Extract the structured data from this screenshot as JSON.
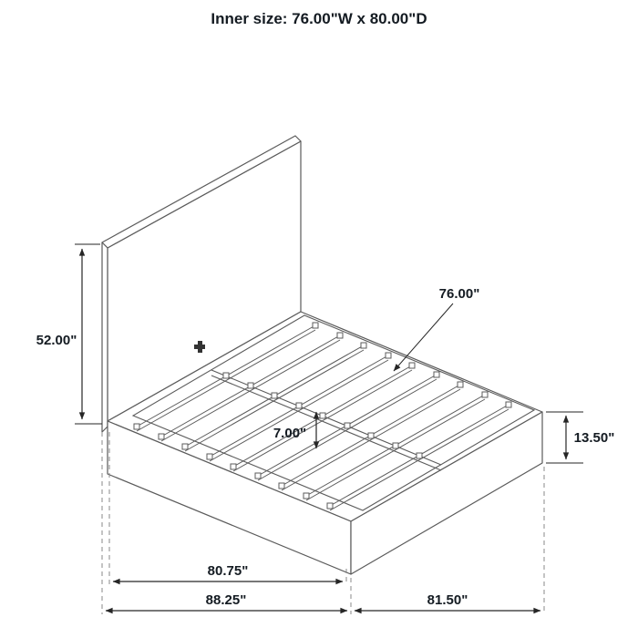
{
  "title": "Inner size: 76.00\"W x 80.00\"D",
  "dimensions": {
    "headboard_height": "52.00\"",
    "slat_length": "76.00\"",
    "slat_spacing": "7.00\"",
    "footboard_height": "13.50\"",
    "inner_length": "80.75\"",
    "outer_length_left": "88.25\"",
    "outer_width_right": "81.50\""
  },
  "colors": {
    "line": "#5b5b5b",
    "dimension": "#262626",
    "text": "#141b22"
  }
}
